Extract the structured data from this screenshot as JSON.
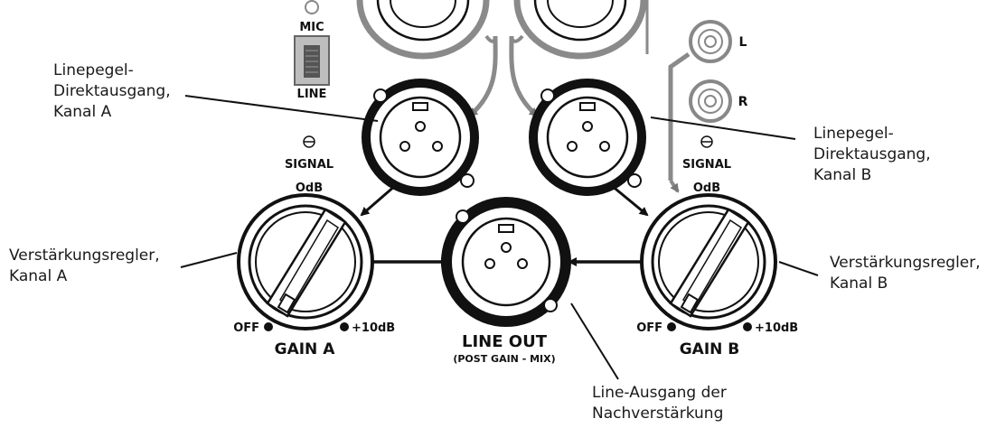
{
  "panel": {
    "mic_label": "MIC",
    "line_label": "LINE",
    "left_label": "L",
    "right_label": "R",
    "signal_label": "SIGNAL",
    "odb_label": "OdB",
    "off_label": "OFF",
    "plus10_label": "+10dB",
    "gain_a_label": "GAIN A",
    "gain_b_label": "GAIN B",
    "line_out_label": "LINE OUT",
    "line_out_sub_label": "(POST GAIN - MIX)"
  },
  "callouts": {
    "direct_a": [
      "Linepegel-",
      "Direktausgang,",
      "Kanal A"
    ],
    "direct_b": [
      "Linepegel-",
      "Direktausgang,",
      "Kanal B"
    ],
    "gain_a": [
      "Verstärkungsregler,",
      "Kanal A"
    ],
    "gain_b": [
      "Verstärkungsregler,",
      "Kanal B"
    ],
    "line_out": [
      "Line-Ausgang der",
      "Nachverstärkung"
    ]
  }
}
